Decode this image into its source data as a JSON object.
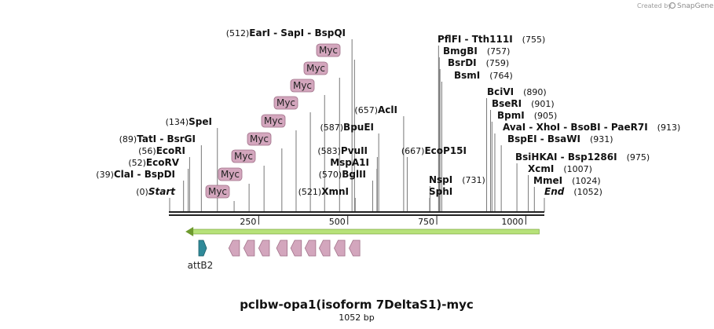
{
  "credit": {
    "prefix": "Created by",
    "brand": "SnapGene"
  },
  "sequence": {
    "name": "pclbw-opa1(isoform 7DeltaS1)-myc",
    "length_label": "1052 bp",
    "length": 1052
  },
  "ruler": {
    "ticks": [
      250,
      500,
      750,
      1000
    ]
  },
  "colors": {
    "myc": "#d3a6bd",
    "myc_border": "#a07088",
    "attB2": "#2f8a99",
    "orf": "#b7e27a",
    "backbone": "#222222"
  },
  "features": {
    "orf_arrow": {
      "start": 40,
      "end": 1042,
      "direction": "reverse"
    },
    "attB2": {
      "label": "attB2",
      "start": 80,
      "end": 104
    },
    "myc_label": "Myc",
    "myc_tags": [
      {
        "start": 166,
        "end": 196
      },
      {
        "start": 208,
        "end": 238
      },
      {
        "start": 250,
        "end": 280
      },
      {
        "start": 300,
        "end": 330
      },
      {
        "start": 340,
        "end": 370
      },
      {
        "start": 380,
        "end": 410
      },
      {
        "start": 420,
        "end": 450
      },
      {
        "start": 462,
        "end": 492
      },
      {
        "start": 504,
        "end": 534
      }
    ]
  },
  "left_sites": [
    {
      "name": "Start",
      "pos": "(0)",
      "bp": 0,
      "italic": true
    },
    {
      "name": "ClaI  -  BspDI",
      "pos": "(39)",
      "bp": 39
    },
    {
      "name": "EcoRV",
      "pos": "(52)",
      "bp": 52
    },
    {
      "name": "EcoRI",
      "pos": "(56)",
      "bp": 56
    },
    {
      "name": "TatI  -  BsrGI",
      "pos": "(89)",
      "bp": 89
    },
    {
      "name": "SpeI",
      "pos": "(134)",
      "bp": 134
    }
  ],
  "mid_sites": [
    {
      "name": "XmnI",
      "pos": "(521)",
      "bp": 521
    },
    {
      "name": "BglII",
      "pos": "(570)",
      "bp": 570
    },
    {
      "name": "MspA1I",
      "pos": "",
      "bp": 582
    },
    {
      "name": "PvuII",
      "pos": "(583)",
      "bp": 583
    },
    {
      "name": "BpuEI",
      "pos": "(587)",
      "bp": 587
    },
    {
      "name": "AclI",
      "pos": "(657)",
      "bp": 657
    },
    {
      "name": "EcoP15I",
      "pos": "(667)",
      "bp": 667
    },
    {
      "name": "EarI  -  SapI  -  BspQI",
      "pos": "(512)",
      "bp": 512
    }
  ],
  "right_sites": [
    {
      "name": "SphI",
      "pos": "",
      "bp": 730
    },
    {
      "name": "NspI",
      "pos": "(731)",
      "bp": 731
    },
    {
      "name": "BsmI",
      "pos": "(764)",
      "bp": 764
    },
    {
      "name": "BsrDI",
      "pos": "(759)",
      "bp": 759
    },
    {
      "name": "BmgBI",
      "pos": "(757)",
      "bp": 757
    },
    {
      "name": "PflFI  -  Tth111I",
      "pos": "(755)",
      "bp": 755
    },
    {
      "name": "BciVI",
      "pos": "(890)",
      "bp": 890
    },
    {
      "name": "BseRI",
      "pos": "(901)",
      "bp": 901
    },
    {
      "name": "BpmI",
      "pos": "(905)",
      "bp": 905
    },
    {
      "name": "AvaI  -  XhoI  -  BsoBI  -  PaeR7I",
      "pos": "(913)",
      "bp": 913
    },
    {
      "name": "BspEI  -  BsaWI",
      "pos": "(931)",
      "bp": 931
    },
    {
      "name": "BsiHKAI  -  Bsp1286I",
      "pos": "(975)",
      "bp": 975
    },
    {
      "name": "XcmI",
      "pos": "(1007)",
      "bp": 1007
    },
    {
      "name": "MmeI",
      "pos": "(1024)",
      "bp": 1024
    },
    {
      "name": "End",
      "pos": "(1052)",
      "bp": 1052,
      "italic": true
    }
  ]
}
